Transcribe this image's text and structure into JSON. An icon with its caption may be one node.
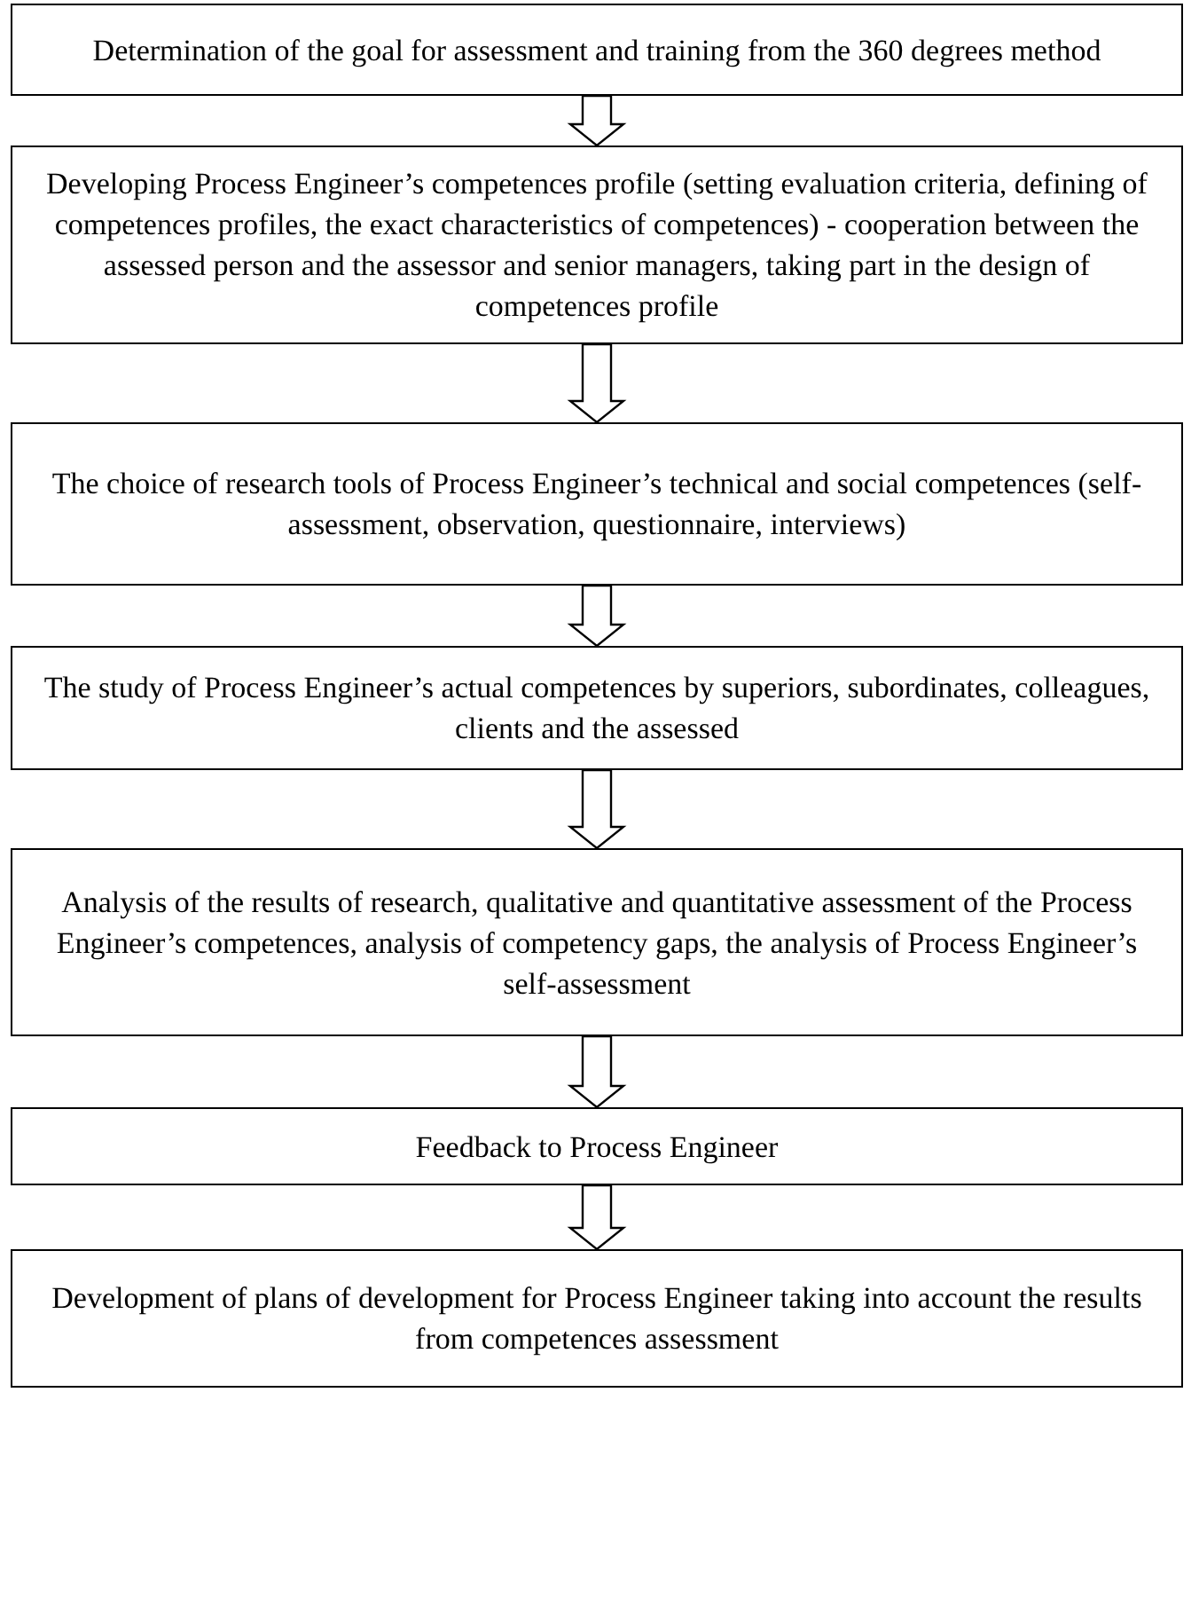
{
  "diagram": {
    "nodes": [
      {
        "text": [
          "Determination of the goal for assessment and training from the 360 degrees method"
        ]
      },
      {
        "text": [
          "Developing Process Engineer’s competences profile (setting evaluation criteria, defining of competences profiles, the exact characteristics of competences) - cooperation between the assessed person and the assessor and senior managers, taking part in the design of competences profile"
        ]
      },
      {
        "text": [
          "The choice of research tools of Process Engineer’s technical and social competences (self-assessment, observation, questionnaire, interviews)"
        ]
      },
      {
        "text": [
          "The study of Process Engineer’s actual competences by superiors, subordinates, colleagues, clients and the assessed"
        ]
      },
      {
        "text": [
          "Analysis of the results of research, qualitative and quantitative assessment of the Process Engineer’s competences, analysis of competency gaps, the analysis of Process Engineer’s self-assessment"
        ]
      },
      {
        "text": [
          "Feedback to Process Engineer"
        ]
      },
      {
        "text": [
          "Development of plans of development for Process Engineer taking into account the results from competences assessment"
        ]
      }
    ],
    "edges": [
      {
        "from": 0,
        "to": 1,
        "arrow": "to"
      },
      {
        "from": 1,
        "to": 2,
        "arrow": "to"
      },
      {
        "from": 2,
        "to": 3,
        "arrow": "to"
      },
      {
        "from": 3,
        "to": 4,
        "arrow": "to"
      },
      {
        "from": 4,
        "to": 5,
        "arrow": "to"
      },
      {
        "from": 5,
        "to": 6,
        "arrow": "to"
      }
    ]
  }
}
